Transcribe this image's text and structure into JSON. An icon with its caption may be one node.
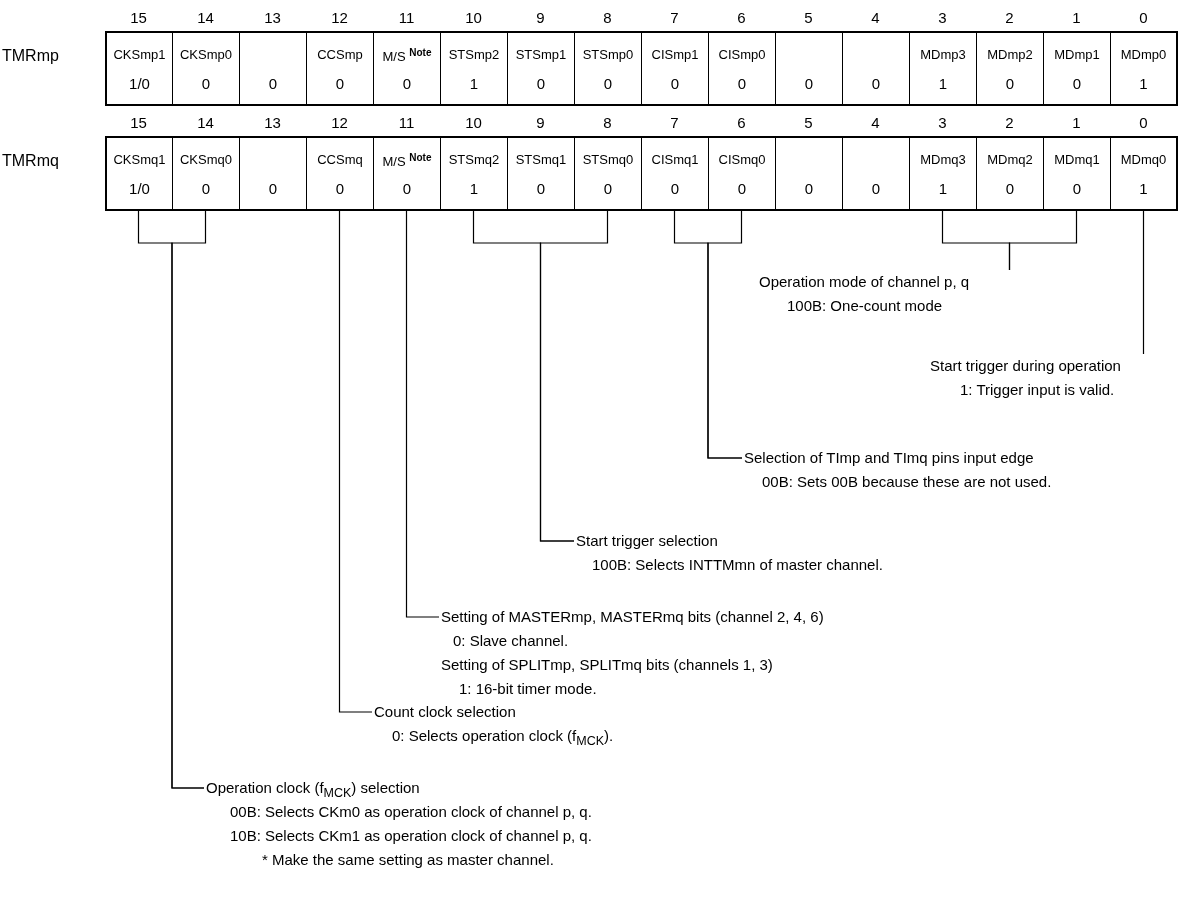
{
  "diagram": {
    "nodes": [
      {
        "text": [
          "CKSmp1",
          "1/0"
        ]
      },
      {
        "text": [
          "CKSmp0",
          "0"
        ]
      },
      {
        "text": [
          "0"
        ]
      },
      {
        "text": [
          "CCSmp",
          "0"
        ]
      },
      {
        "text": [
          "M/S $^{Note}$",
          "0"
        ]
      },
      {
        "text": [
          "STSmp2",
          "1"
        ]
      },
      {
        "text": [
          "STSmp1",
          "0"
        ]
      },
      {
        "text": [
          "STSmp0",
          "0"
        ]
      },
      {
        "text": [
          "CISmp1",
          "0"
        ]
      },
      {
        "text": [
          "CISmp0",
          "0"
        ]
      },
      {
        "text": [
          "0"
        ]
      },
      {
        "text": [
          "0"
        ]
      },
      {
        "text": [
          "MDmp3",
          "1"
        ]
      },
      {
        "text": [
          "MDmp2",
          "0"
        ]
      },
      {
        "text": [
          "MDmp1",
          "0"
        ]
      },
      {
        "text": [
          "MDmp0",
          "1"
        ]
      },
      {
        "text": [
          "CKSmq1",
          "1/0"
        ]
      },
      {
        "text": [
          "CKSmq0",
          "0"
        ]
      },
      {
        "text": [
          "0"
        ]
      },
      {
        "text": [
          "CCSmq",
          "0"
        ]
      },
      {
        "text": [
          "M/S $^{Note}$",
          "0"
        ]
      },
      {
        "text": [
          "STSmq2",
          "1"
        ]
      },
      {
        "text": [
          "STSmq1",
          "0"
        ]
      },
      {
        "text": [
          "STSmq0",
          "0"
        ]
      },
      {
        "text": [
          "CISmq1",
          "0"
        ]
      },
      {
        "text": [
          "CISmq0",
          "0"
        ]
      },
      {
        "text": [
          "0"
        ]
      },
      {
        "text": [
          "0"
        ]
      },
      {
        "text": [
          "MDmq3",
          "1"
        ]
      },
      {
        "text": [
          "MDmq2",
          "0"
        ]
      },
      {
        "text": [
          "MDmq1",
          "0"
        ]
      },
      {
        "text": [
          "MDmq0",
          "1"
        ]
      },
      {
        "text": [
          "Operation mode of channel p, q",
          "100B: One-count mode"
        ]
      },
      {
        "text": [
          "Start trigger during operation",
          "1: Trigger input is valid."
        ]
      },
      {
        "text": [
          "Selection of TImp and TImq pins input edge",
          "00B: Sets 00B because these are not used."
        ]
      },
      {
        "text": [
          "Start trigger selection",
          "100B: Selects INTTMmn of master channel."
        ]
      },
      {
        "text": [
          "Setting of MASTERmp, MASTERmq bits (channel 2, 4, 6)",
          "0: Slave channel.",
          "Setting of SPLITmp, SPLITmq bits (channels 1, 3)",
          "1: 16-bit timer mode."
        ]
      },
      {
        "text": [
          "Count clock selection",
          "0: Selects operation clock (f$_{MCK}$)."
        ]
      },
      {
        "text": [
          "Operation clock (f$_{MCK}$) selection",
          "00B: Selects CKm0 as operation clock of channel p, q.",
          "10B: Selects CKm1 as operation clock of channel p, q.",
          "* Make the same setting as master channel."
        ]
      }
    ],
    "edges": [
      {
        "from": 32,
        "to": 28,
        "arrow": "none"
      },
      {
        "from": 32,
        "to": 30,
        "arrow": "none"
      },
      {
        "from": 33,
        "to": 31,
        "arrow": "none"
      },
      {
        "from": 34,
        "to": 24,
        "arrow": "none"
      },
      {
        "from": 34,
        "to": 25,
        "arrow": "none"
      },
      {
        "from": 35,
        "to": 21,
        "arrow": "none"
      },
      {
        "from": 35,
        "to": 23,
        "arrow": "none"
      },
      {
        "from": 36,
        "to": 20,
        "arrow": "none"
      },
      {
        "from": 37,
        "to": 19,
        "arrow": "none"
      },
      {
        "from": 38,
        "to": 16,
        "arrow": "none"
      },
      {
        "from": 38,
        "to": 17,
        "arrow": "none"
      }
    ],
    "labels": [
      "15",
      "14",
      "13",
      "12",
      "11",
      "10",
      "9",
      "8",
      "7",
      "6",
      "5",
      "4",
      "3",
      "2",
      "1",
      "0",
      "TMRmp",
      "15",
      "14",
      "13",
      "12",
      "11",
      "10",
      "9",
      "8",
      "7",
      "6",
      "5",
      "4",
      "3",
      "2",
      "1",
      "0",
      "TMRmq"
    ]
  }
}
